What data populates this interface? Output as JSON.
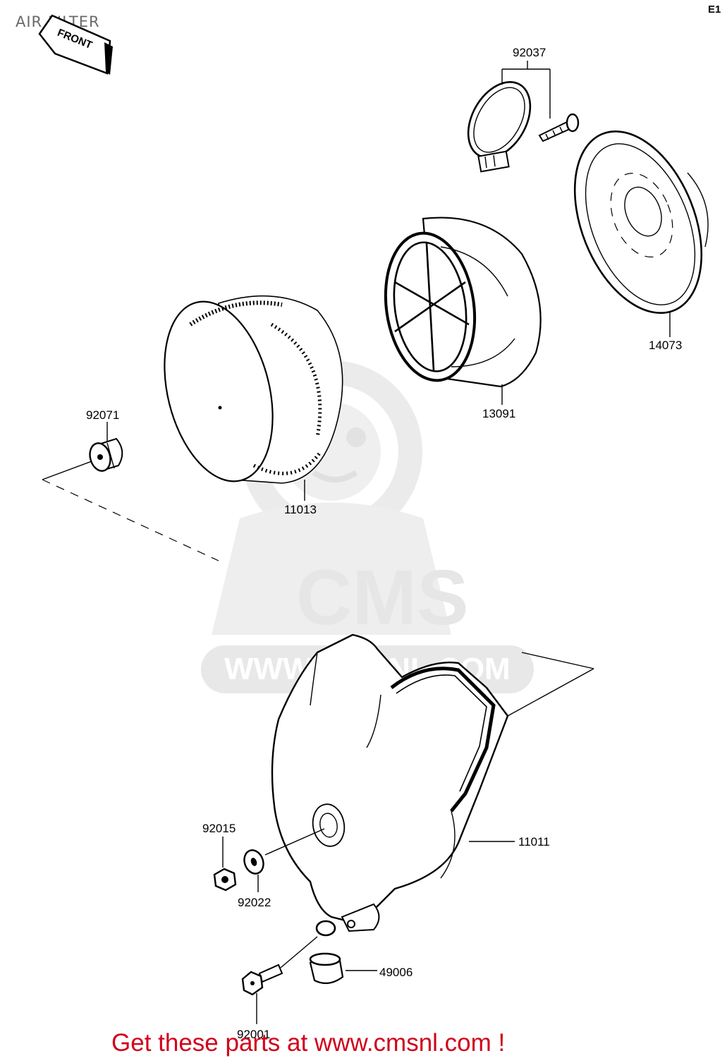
{
  "diagram": {
    "title": "AIR FILTER",
    "corner_code": "E1",
    "front_label": "FRONT",
    "promo": "Get these parts at www.cmsnl.com !",
    "watermark": {
      "brand": "CMS",
      "url": "WWW.CMSNL.COM",
      "icon": "cms-mascot-watermark-icon"
    },
    "parts": [
      {
        "number": "92037"
      },
      {
        "number": "14073"
      },
      {
        "number": "13091"
      },
      {
        "number": "92071"
      },
      {
        "number": "11013"
      },
      {
        "number": "11011"
      },
      {
        "number": "92015"
      },
      {
        "number": "92022"
      },
      {
        "number": "49006"
      },
      {
        "number": "92001"
      }
    ]
  }
}
